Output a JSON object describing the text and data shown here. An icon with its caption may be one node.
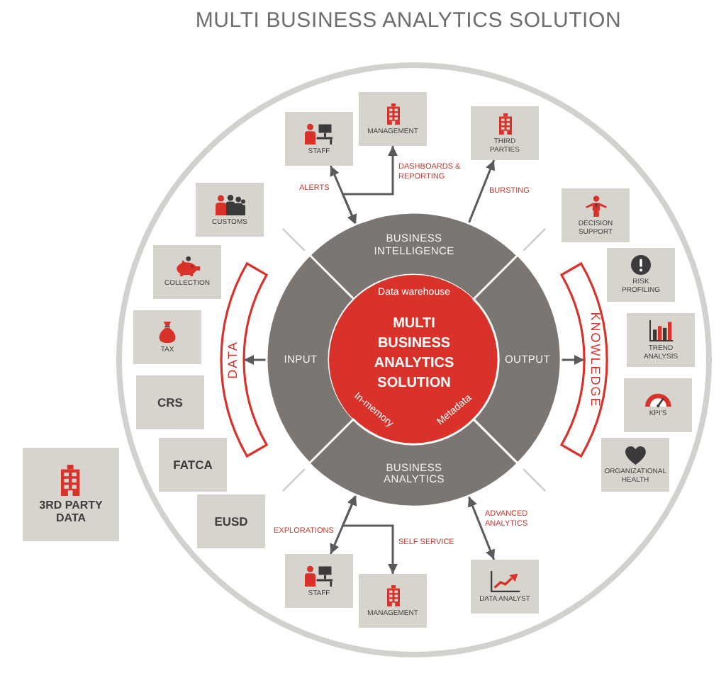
{
  "diagram": {
    "title": "MULTI BUSINESS ANALYTICS SOLUTION",
    "nodes": [
      {
        "text": [
          "STAFF"
        ]
      },
      {
        "text": [
          "MANAGEMENT"
        ]
      },
      {
        "text": [
          "THIRD PARTIES"
        ]
      },
      {
        "text": [
          "CUSTOMS"
        ]
      },
      {
        "text": [
          "DECISION SUPPORT"
        ]
      },
      {
        "text": [
          "BUSINESS INTELLIGENCE"
        ]
      },
      {
        "text": [
          "COLLECTION"
        ]
      },
      {
        "text": [
          "RISK PROFILING"
        ]
      },
      {
        "text": [
          "TAX"
        ]
      },
      {
        "text": [
          "DATA"
        ]
      },
      {
        "text": [
          "INPUT"
        ]
      },
      {
        "text": [
          "Data warehouse",
          "MULTI BUSINESS ANALYTICS SOLUTION",
          "In-memory",
          "Metadata"
        ]
      },
      {
        "text": [
          "OUTPUT"
        ]
      },
      {
        "text": [
          "KNOWLEDGE"
        ]
      },
      {
        "text": [
          "TREND ANALYSIS"
        ]
      },
      {
        "text": [
          "CRS"
        ]
      },
      {
        "text": [
          "KPI'S"
        ]
      },
      {
        "text": [
          "FATCA"
        ]
      },
      {
        "text": [
          "3RD PARTY DATA"
        ]
      },
      {
        "text": [
          "ORGANIZATIONAL HEALTH"
        ]
      },
      {
        "text": [
          "EUSD"
        ]
      },
      {
        "text": [
          "BUSINESS ANALYTICS"
        ]
      },
      {
        "text": [
          "STAFF"
        ]
      },
      {
        "text": [
          "MANAGEMENT"
        ]
      },
      {
        "text": [
          "DATA ANALYST"
        ]
      }
    ],
    "edges": [
      {
        "from": 5,
        "to": 0,
        "arrow": "both",
        "label": "ALERTS"
      },
      {
        "from": 5,
        "to": 1,
        "arrow": "both",
        "label": "DASHBOARDS & REPORTING"
      },
      {
        "from": 5,
        "to": 2,
        "arrow": "to",
        "label": "BURSTING"
      },
      {
        "from": 10,
        "to": 9,
        "arrow": "to"
      },
      {
        "from": 12,
        "to": 13,
        "arrow": "to"
      },
      {
        "from": 21,
        "to": 22,
        "arrow": "both",
        "label": "EXPLORATIONS"
      },
      {
        "from": 21,
        "to": 23,
        "arrow": "both",
        "label": "SELF SERVICE"
      },
      {
        "from": 21,
        "to": 24,
        "arrow": "both",
        "label": "ADVANCED ANALYTICS"
      }
    ]
  }
}
